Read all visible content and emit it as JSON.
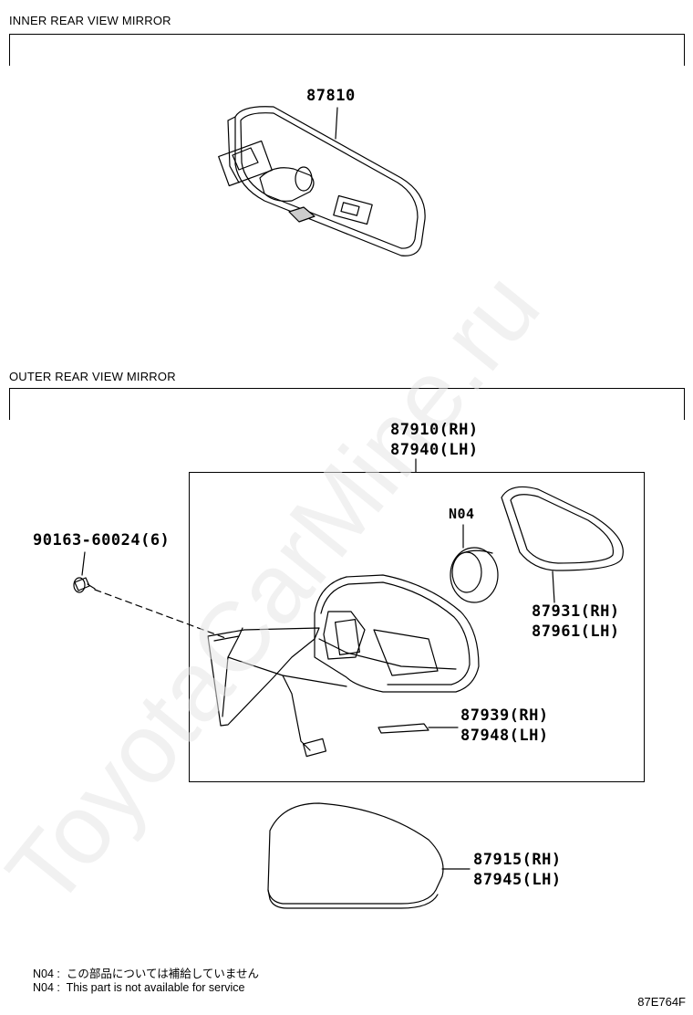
{
  "sections": {
    "inner": "INNER REAR VIEW MIRROR",
    "outer": "OUTER REAR VIEW MIRROR"
  },
  "parts": {
    "inner_mirror": "87810",
    "outer_assy_rh": "87910(RH)",
    "outer_assy_lh": "87940(LH)",
    "screw": "90163-60024(6)",
    "n04": "N04",
    "glass_rh": "87931(RH)",
    "glass_lh": "87961(LH)",
    "lamp_rh": "87939(RH)",
    "lamp_lh": "87948(LH)",
    "cover_rh": "87915(RH)",
    "cover_lh": "87945(LH)"
  },
  "notes": [
    "N04 :  この部品については補給していません",
    "N04 :  This part is not available for service"
  ],
  "diagram_code": "87E764F",
  "watermark": "ToyotaCarMine.ru"
}
